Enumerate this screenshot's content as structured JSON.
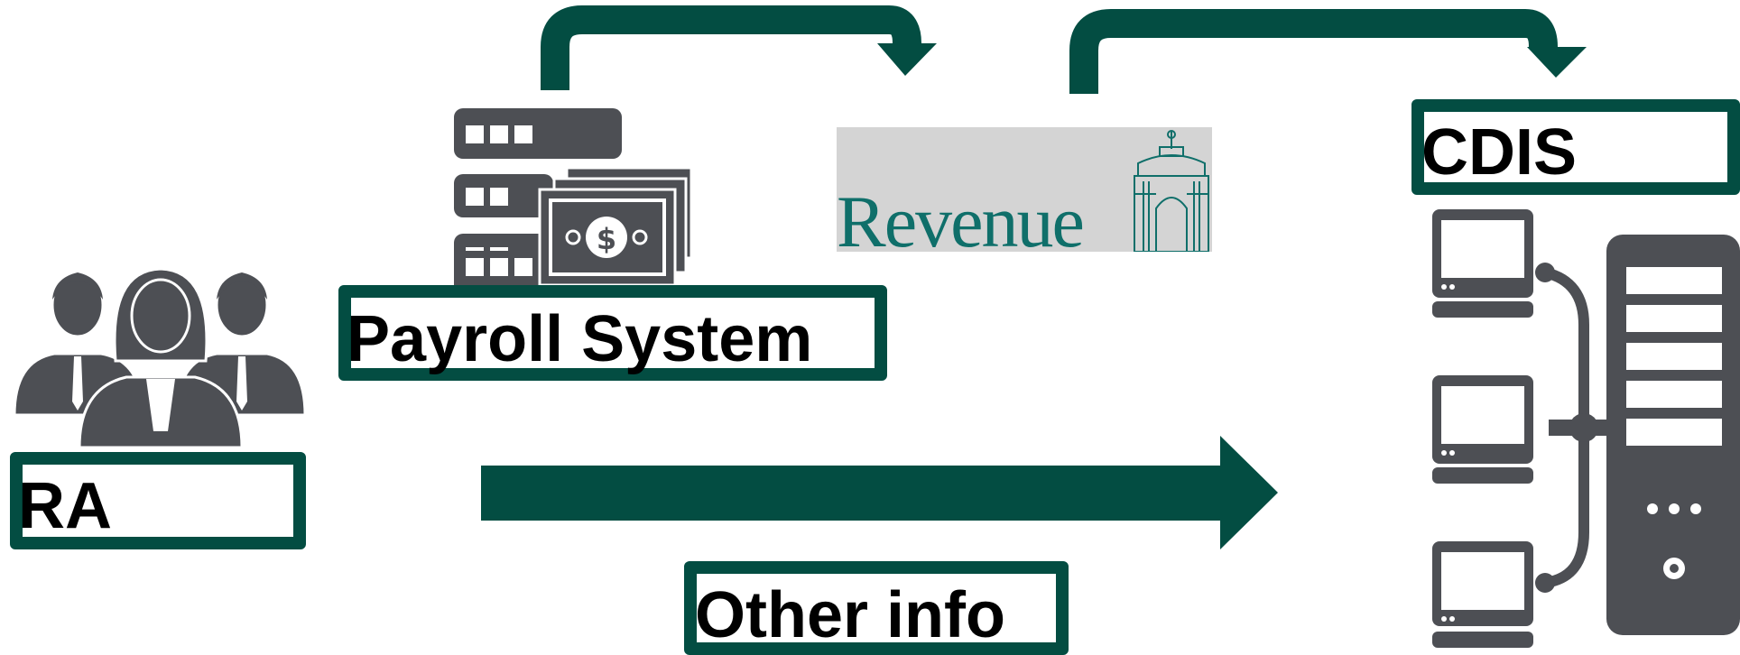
{
  "colors": {
    "accent": "#034d42",
    "icon": "#4d4f54",
    "revenue_teal": "#0f6f6a",
    "revenue_bg": "#d4d4d4"
  },
  "labels": {
    "ra": "RA",
    "payroll": "Payroll System",
    "cdis": "CDIS",
    "other": "Other info"
  },
  "logos": {
    "revenue": "Revenue"
  },
  "icons": {
    "people": "people-group-icon",
    "payroll": "server-money-icon",
    "network": "computer-network-server-icon",
    "arrow_payroll_to_revenue": "curved-arrow-icon",
    "arrow_revenue_to_cdis": "curved-arrow-icon",
    "arrow_other_info": "right-arrow-icon"
  }
}
